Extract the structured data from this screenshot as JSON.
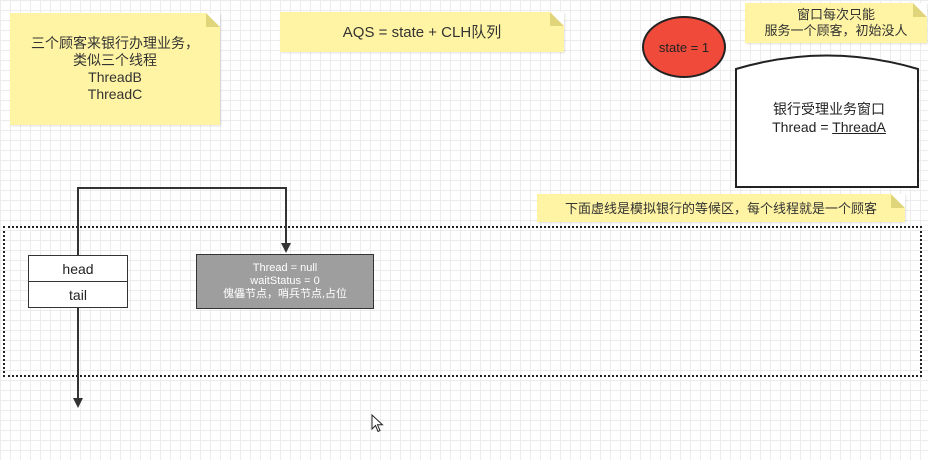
{
  "notes": {
    "customers": [
      "三个顾客来银行办理业务，",
      "类似三个线程",
      "ThreadB",
      "ThreadC"
    ],
    "aqs": "AQS = state + CLH队列",
    "window": [
      "窗口每次只能",
      "服务一个顾客，初始没人"
    ],
    "queue": "下面虚线是模拟银行的等候区，每个线程就是一个顾客"
  },
  "state": {
    "label": "state = 1"
  },
  "service_window": {
    "title": "银行受理业务窗口",
    "thread_prefix": "Thread = ",
    "thread_name": "ThreadA"
  },
  "queue": {
    "head_label": "head",
    "tail_label": "tail",
    "dummy_node": [
      "Thread = null",
      "waitStatus = 0",
      "傀儡节点，哨兵节点,占位"
    ]
  },
  "colors": {
    "note": "#fff4a3",
    "state_fill": "#f04a3b",
    "dummy_node_fill": "#9e9e9e",
    "line": "#333333"
  },
  "icons": {
    "cursor": "mouse-pointer-icon"
  }
}
